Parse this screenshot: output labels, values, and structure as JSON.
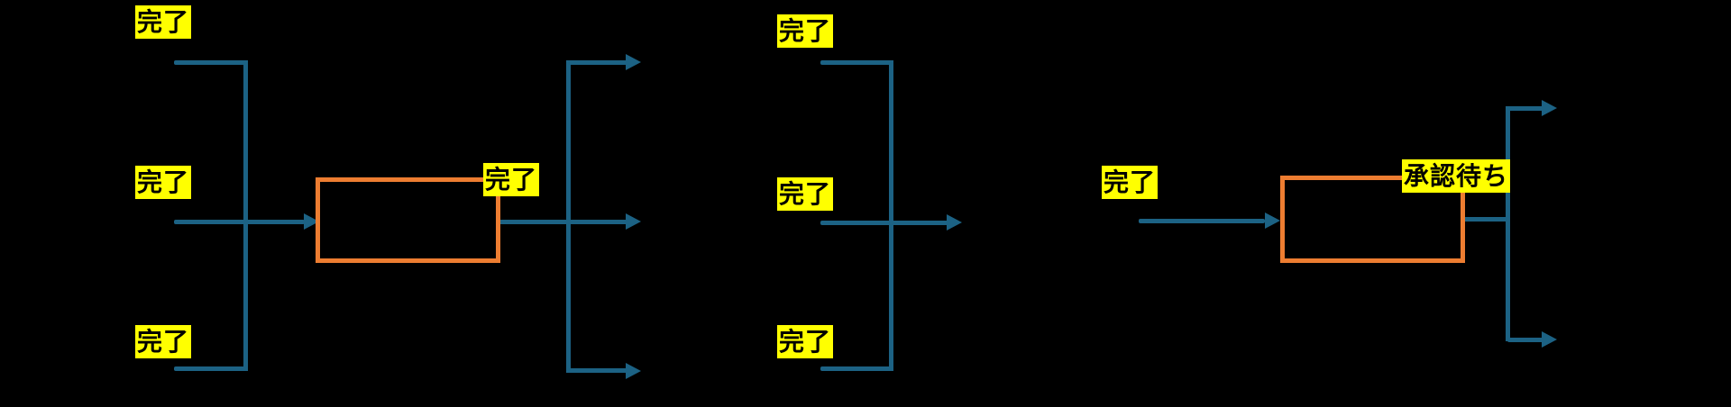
{
  "diagram": {
    "description": "workflow status diagram with three task groups",
    "colors": {
      "background": "#000000",
      "connector": "#1C6284",
      "box_border": "#ED7D31",
      "label_background": "#FFFF00",
      "label_text": "#000000"
    },
    "left_group": {
      "input_labels": [
        "完了",
        "完了",
        "完了"
      ],
      "box_status_label": "完了"
    },
    "middle_group": {
      "input_labels": [
        "完了",
        "完了",
        "完了"
      ]
    },
    "right_group": {
      "input_label": "完了",
      "box_status_label": "承認待ち"
    }
  }
}
